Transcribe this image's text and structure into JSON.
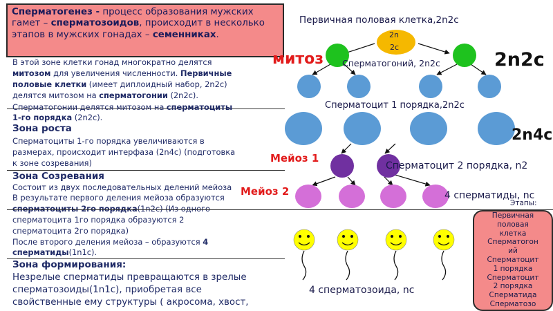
{
  "definition": {
    "term": "Сперматогенез -",
    "part1": " процесс образования мужских гамет – ",
    "gametes": "сперматозоидов",
    "part2": ", происходит в несколько этапов в мужских гонадах – ",
    "gonads": "семенниках",
    "end": "."
  },
  "left_text": {
    "l1": "В этой зоне клетки гонад многократно делятся",
    "l2a": "митозом",
    "l2b": " для увеличения численности. ",
    "l2c": "Первичные",
    "l3a": "половые клетки",
    "l3b": " (имеет диплоидный набор, 2n2c)",
    "l4a": "делятся митозом на ",
    "l4b": "сперматогонии",
    "l4c": " (2n2c).",
    "l5a": "Сперматогонии делятся митозом на ",
    "l5b": "сперматоциты",
    "l6a": "1-го порядка",
    "l6b": " (2n2c).",
    "growth_head": "Зона роста",
    "g1": "Сперматоциты 1-го порядка  увеличиваются в",
    "g2": "размерах, происходит интерфаза (2n4c) (подготовка",
    "g3": "к зоне созревания)",
    "mature_head": "Зона Созревания",
    "m1": "Состоит из двух последовательных делений мейоза",
    "m2": "В результате первого деления мейоза образуются",
    "m3a": "сперматоциты 2го порядка",
    "m3b": "(1n2c) (Из одного",
    "m4": "сперматоцита 1го порядка образуются 2",
    "m5": "сперматоцита 2го порядка)",
    "m6a": "После второго деления мейоза – образуются ",
    "m6b": "4",
    "m7a": "сперматиды",
    "m7b": "(1n1c).",
    "form_head": "Зона формирования:",
    "f1": "Незрелые сперматиды превращаются в зрелые",
    "f2": "сперматозоиды(1n1c), приобретая все",
    "f3": "свойственные ему структуры ( акросома, хвост,"
  },
  "diagram": {
    "primary_label": "Первичная половая клетка,2n2c",
    "primary_cell_top": "2n",
    "primary_cell_bottom": "2c",
    "mitosis": "митоз",
    "spermatogonia_label": "Сперматогоний, 2n2c",
    "ploidy_2n2c": "2n2c",
    "spermatocyte1_label": "Сперматоцит 1 порядка,2n2c",
    "ploidy_2n4c": "2n4c",
    "meiosis1": "Мейоз 1",
    "spermatocyte2_label": "Сперматоцит 2 порядка, n2",
    "meiosis2": "Мейоз 2",
    "spermatids_label": "4 сперматиды, nc",
    "sperm_label": "4 сперматозоида, nc"
  },
  "stages": {
    "title": "Этапы:",
    "items": [
      "Первичная",
      "половая",
      "клетка",
      "Сперматогон",
      "ий",
      "Сперматоцит",
      "1 порядка",
      "Сперматоцит",
      "2 порядка",
      "Сперматида",
      "Сперматозо"
    ]
  },
  "colors": {
    "yellow": "#f5b800",
    "green": "#1ec21e",
    "blue": "#5b9bd5",
    "purple": "#7030a0",
    "pink": "#d46fd8",
    "smiley": "#ffff00",
    "box": "#f48a8a",
    "mitosis_red": "#e21b1b"
  }
}
